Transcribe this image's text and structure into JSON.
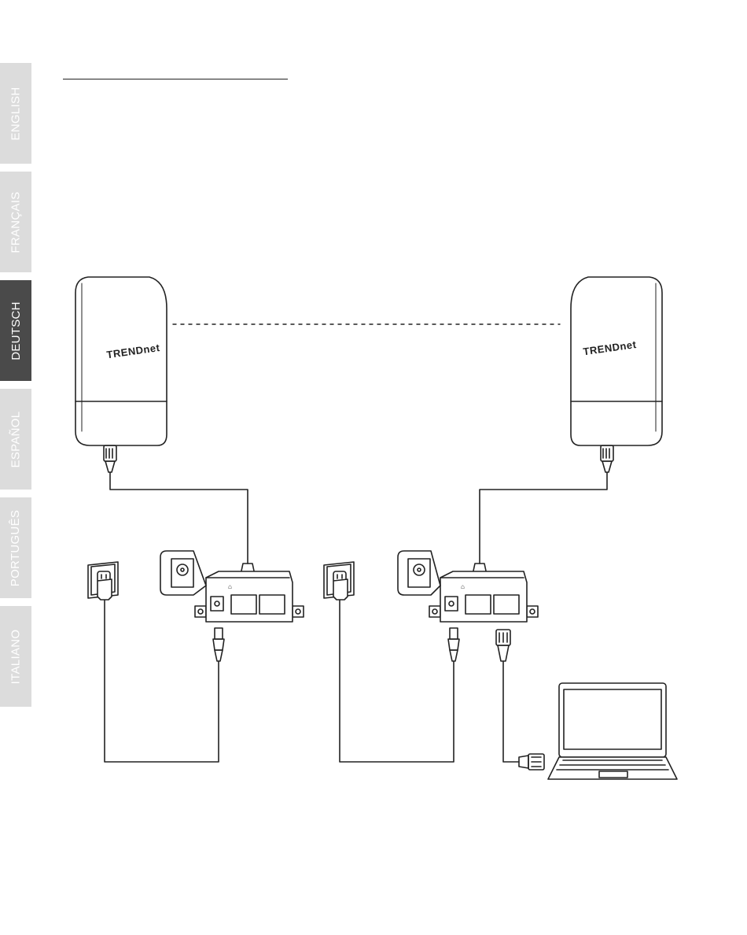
{
  "language_tabs": [
    {
      "label": "ENGLISH",
      "active": false
    },
    {
      "label": "FRANÇAIS",
      "active": false
    },
    {
      "label": "DEUTSCH",
      "active": true
    },
    {
      "label": "ESPAÑOL",
      "active": false
    },
    {
      "label": "PORTUGUÊS",
      "active": false
    },
    {
      "label": "ITALIANO",
      "active": false
    }
  ],
  "diagram": {
    "brand_logo": "TRENDnet",
    "icons": [
      "access-point-icon",
      "poe-injector-icon",
      "power-outlet-icon",
      "power-adapter-icon",
      "ethernet-plug-icon",
      "laptop-icon"
    ]
  },
  "colors": {
    "tab_inactive": "#dcdcdc",
    "tab_active": "#4a4a4a",
    "line": "#222222"
  }
}
